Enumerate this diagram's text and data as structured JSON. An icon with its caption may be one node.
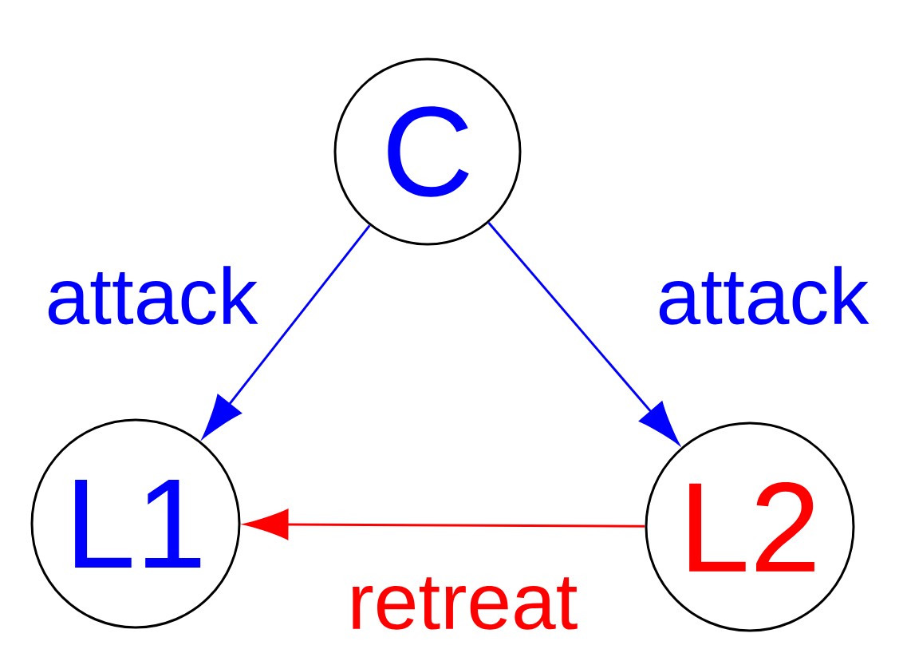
{
  "diagram": {
    "nodes": [
      {
        "text": [
          "C"
        ]
      },
      {
        "text": [
          "L1"
        ]
      },
      {
        "text": [
          "L2"
        ]
      }
    ],
    "edges": [
      {
        "from": 0,
        "to": 1,
        "arrow": "to",
        "label": "attack"
      },
      {
        "from": 0,
        "to": 2,
        "arrow": "to",
        "label": "attack"
      },
      {
        "from": 2,
        "to": 1,
        "arrow": "to",
        "label": "retreat",
        "color": "#ff0000"
      }
    ]
  }
}
